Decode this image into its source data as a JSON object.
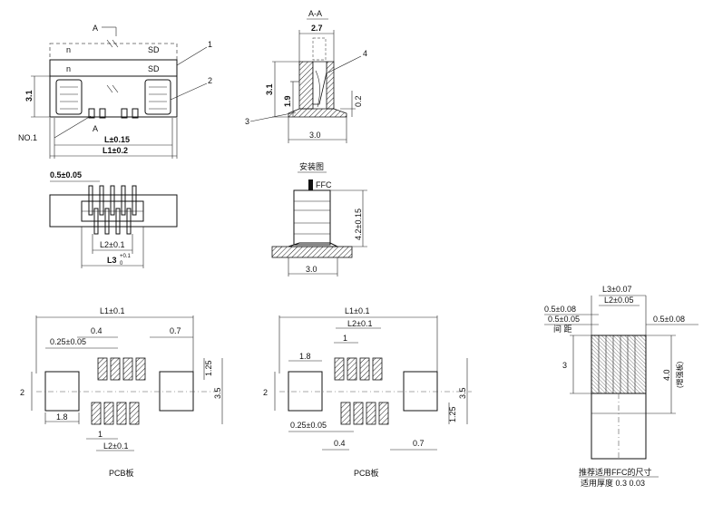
{
  "top_view": {
    "section_mark_top": "A",
    "section_mark_bottom": "A",
    "label_n_upper": "n",
    "label_n_lower": "n",
    "label_sd_upper": "SD",
    "label_sd_lower": "SD",
    "callout_1": "1",
    "callout_2": "2",
    "height_dim": "3.1",
    "no1": "NO.1",
    "dim_L": "L±0.15",
    "dim_L1": "L1±0.2"
  },
  "section_view": {
    "title": "A-A",
    "dim_width": "2.7",
    "dim_height": "3.1",
    "dim_inner": "1.9",
    "dim_side": "0.2",
    "dim_base": "3.0",
    "callout_3": "3",
    "callout_4": "4"
  },
  "bottom_view": {
    "dim_pitch": "0.5±0.05",
    "dim_L2": "L2±0.1",
    "dim_L3": "L3",
    "dim_L3_tol_upper": "+0.1",
    "dim_L3_tol_lower": "0"
  },
  "install_view": {
    "title": "安装图",
    "ffc_label": "FFC",
    "dim_height": "4.2±0.15",
    "dim_base": "3.0"
  },
  "pcb_left": {
    "dim_L1": "L1±0.1",
    "dim_04": "0.4",
    "dim_07": "0.7",
    "dim_pad": "0.25±0.05",
    "dim_125": "1.25",
    "dim_2": "2",
    "dim_35": "3.5",
    "dim_18": "1.8",
    "dim_1": "1",
    "dim_L2": "L2±0.1",
    "caption": "PCB板"
  },
  "pcb_right": {
    "dim_L1": "L1±0.1",
    "dim_L2": "L2±0.1",
    "dim_1": "1",
    "dim_18": "1.8",
    "dim_2": "2",
    "dim_35": "3.5",
    "dim_125": "1.25",
    "dim_pad": "0.25±0.05",
    "dim_04": "0.4",
    "dim_07": "0.7",
    "caption": "PCB板"
  },
  "ffc_view": {
    "dim_L3": "L3±0.07",
    "dim_L2": "L2±0.05",
    "dim_pitch_a": "0.5±0.08",
    "dim_pitch_b": "0.5±0.05",
    "dim_pitch_c": "0.5±0.08",
    "label_spacing": "间  距",
    "dim_3": "3",
    "dim_4": "4.0",
    "label_stiffener": "(增强板)",
    "caption_1": "推荐适用FFC的尺寸",
    "caption_2": "适用厚度  0.3  0.03"
  }
}
